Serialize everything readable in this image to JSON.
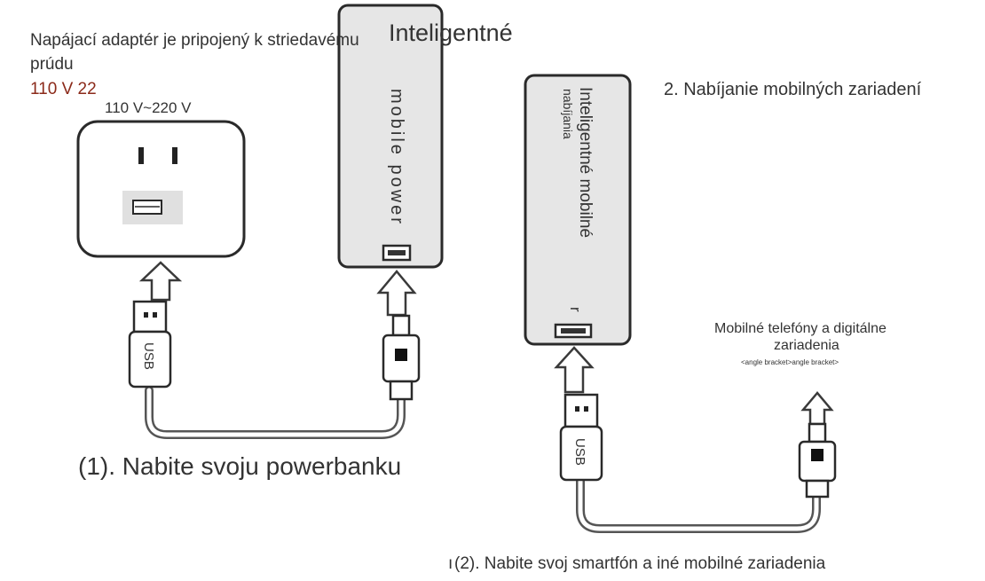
{
  "left": {
    "adapter_line1": "Napájací adaptér je pripojený k striedavému",
    "adapter_line2": "prúdu",
    "voltage_red": "110 V 22",
    "voltage_plate": "110 V~220 V",
    "bank_title": "Inteligentné",
    "bank_label": "mobile power",
    "usb_label": "USB",
    "caption": "(1). Nabite svoju powerbanku"
  },
  "right": {
    "heading": "2. Nabíjanie mobilných zariadení",
    "bank_label_main": "Inteligentné mobilné",
    "bank_label_sub": "nabíjania",
    "bank_tail": "r",
    "devices_line1": "Mobilné telefóny a digitálne",
    "devices_line2": "zariadenia",
    "devices_small": "<angle bracket>angle bracket>",
    "usb_label": "USB",
    "caption": "(2). Nabite svoj smartfón a iné mobilné zariadenia",
    "caption_prefix": "ı"
  },
  "colors": {
    "bank_fill": "#e6e6e6",
    "voltage_red": "#8b2a1a",
    "text": "#333333"
  }
}
